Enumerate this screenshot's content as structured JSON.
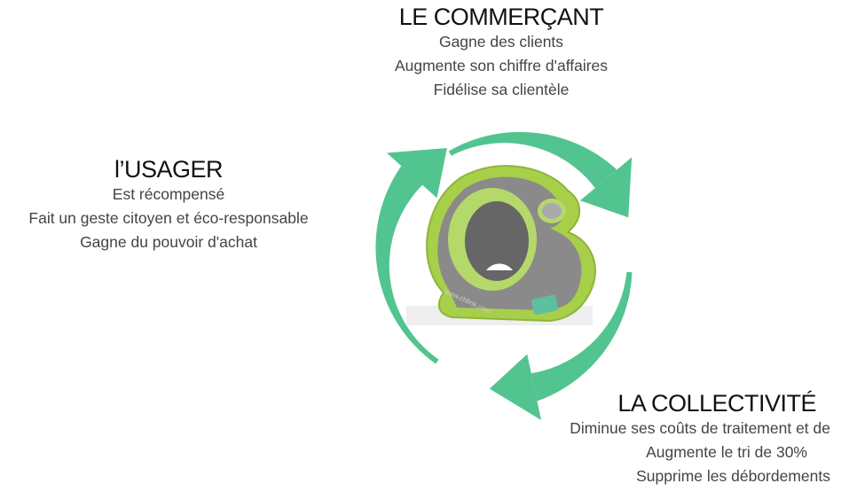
{
  "commercant": {
    "title": "LE COMMERÇANT",
    "lines": [
      "Gagne des clients",
      "Augmente son chiffre d'affaires",
      "Fidélise sa clientèle"
    ]
  },
  "usager": {
    "title": "l’USAGER",
    "lines": [
      "Est récompensé",
      "Fait un geste citoyen et éco-responsable",
      "Gagne du pouvoir d'achat"
    ]
  },
  "collectivite": {
    "title": "LA COLLECTIVITÉ",
    "lines": [
      "Diminue ses coûts de traitement et de",
      "Augmente le tri de 30%",
      "Supprime les débordements"
    ]
  },
  "machine": {
    "url_text": "www.chlink.com"
  },
  "colors": {
    "arrow": "#52c48f",
    "machine": "#a8cf4a",
    "panel": "#8a8a8a"
  }
}
